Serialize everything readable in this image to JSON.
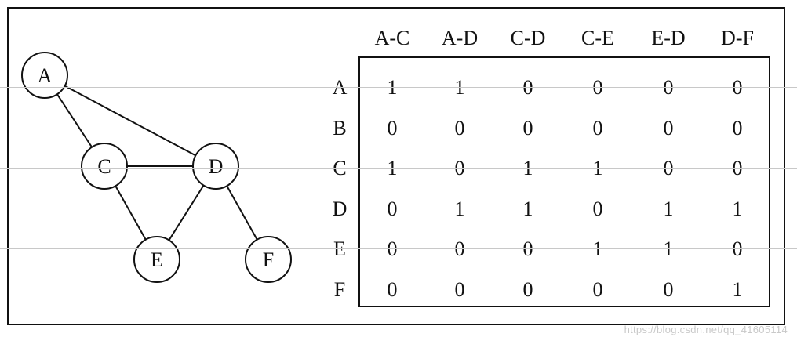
{
  "graph": {
    "nodes": [
      "A",
      "C",
      "D",
      "E",
      "F"
    ],
    "edges": [
      [
        "A",
        "C"
      ],
      [
        "A",
        "D"
      ],
      [
        "C",
        "D"
      ],
      [
        "C",
        "E"
      ],
      [
        "E",
        "D"
      ],
      [
        "D",
        "F"
      ]
    ]
  },
  "matrix": {
    "column_headers": [
      "A-C",
      "A-D",
      "C-D",
      "C-E",
      "E-D",
      "D-F"
    ],
    "row_headers": [
      "A",
      "B",
      "C",
      "D",
      "E",
      "F"
    ],
    "rows": [
      [
        1,
        1,
        0,
        0,
        0,
        0
      ],
      [
        0,
        0,
        0,
        0,
        0,
        0
      ],
      [
        1,
        0,
        1,
        1,
        0,
        0
      ],
      [
        0,
        1,
        1,
        0,
        1,
        1
      ],
      [
        0,
        0,
        0,
        1,
        1,
        0
      ],
      [
        0,
        0,
        0,
        0,
        0,
        1
      ]
    ]
  },
  "watermark": "https://blog.csdn.net/qq_41605114"
}
